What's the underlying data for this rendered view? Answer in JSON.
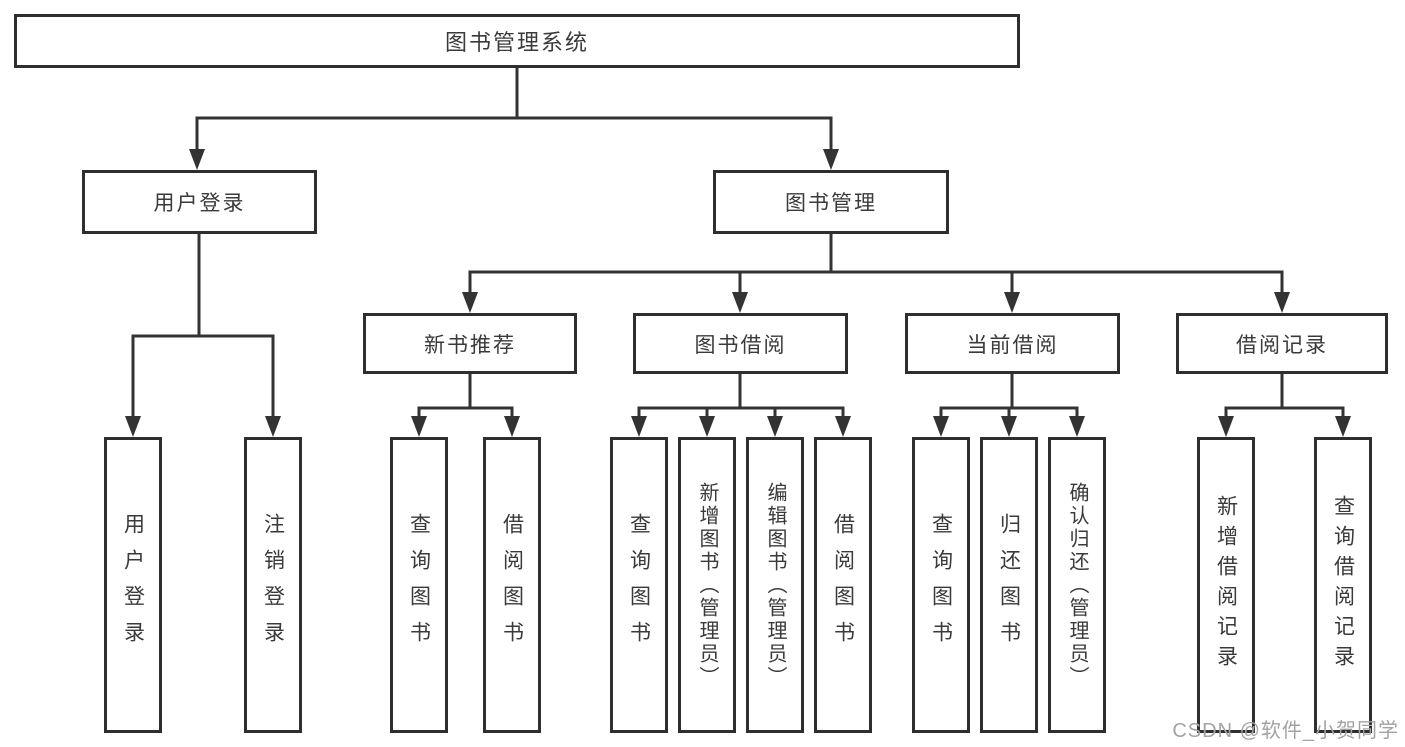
{
  "root": {
    "label": "图书管理系统"
  },
  "branches": {
    "user_login": {
      "label": "用户登录",
      "children": {
        "login": "用户登录",
        "logout": "注销登录"
      }
    },
    "book_mgmt": {
      "label": "图书管理",
      "sections": {
        "new_book": {
          "label": "新书推荐",
          "children": {
            "query": "查询图书",
            "borrow": "借阅图书"
          }
        },
        "borrowing": {
          "label": "图书借阅",
          "children": {
            "query": "查询图书",
            "add": "新增图书（管理员）",
            "edit": "编辑图书（管理员）",
            "borrow": "借阅图书"
          }
        },
        "current": {
          "label": "当前借阅",
          "children": {
            "query": "查询图书",
            "return": "归还图书",
            "confirm": "确认归还（管理员）"
          }
        },
        "records": {
          "label": "借阅记录",
          "children": {
            "add": "新增借阅记录",
            "query": "查询借阅记录"
          }
        }
      }
    }
  },
  "watermark": {
    "text": "CSDN @软件_小贺同学"
  },
  "colors": {
    "line": "#333333",
    "border": "#2e2e2e",
    "text": "#3a3a3a",
    "watermark": "#a3a3a3"
  }
}
